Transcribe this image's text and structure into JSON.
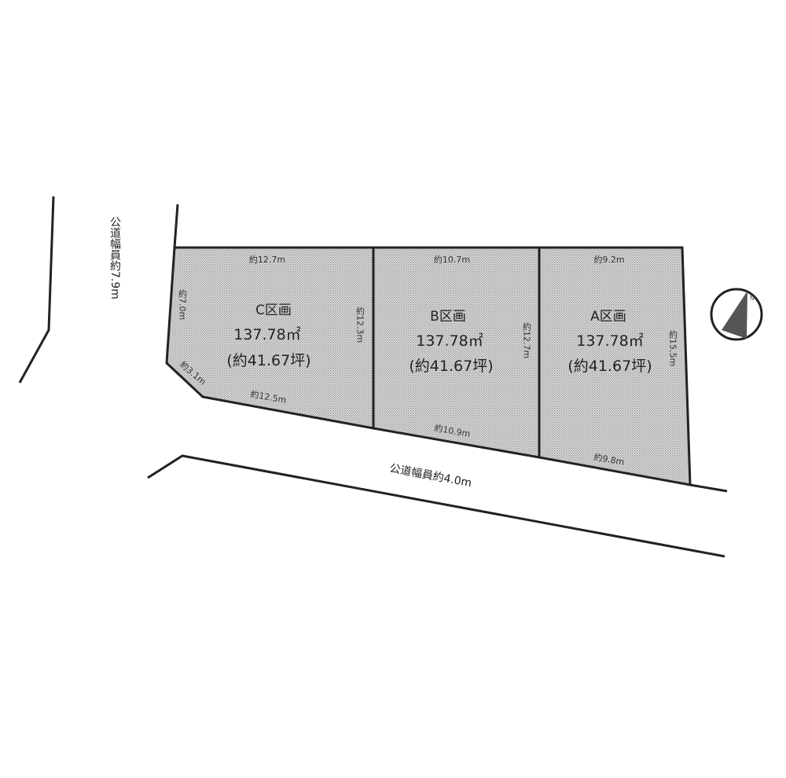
{
  "lots": [
    {
      "name": "C区画",
      "area": "137.78㎡",
      "tsubo": "(約41.67坪)",
      "dims": {
        "top": "約12.7m",
        "left": "約7.0m",
        "corner": "約3.1m",
        "bottom": "約12.5m",
        "right": "約12.3m"
      }
    },
    {
      "name": "B区画",
      "area": "137.78㎡",
      "tsubo": "(約41.67坪)",
      "dims": {
        "top": "約10.7m",
        "bottom": "約10.9m",
        "right": "約12.7m"
      }
    },
    {
      "name": "A区画",
      "area": "137.78㎡",
      "tsubo": "(約41.67坪)",
      "dims": {
        "top": "約9.2m",
        "bottom": "約9.8m",
        "right": "約15.5m"
      }
    }
  ],
  "roads": {
    "left": "公道幅員約7.9m",
    "bottom": "公道幅員約4.0m"
  },
  "north_arrow": {
    "icon": "north-arrow-icon",
    "label": "N"
  },
  "colors": {
    "line": "#222222",
    "fill_pattern": "#b8b8b8"
  }
}
